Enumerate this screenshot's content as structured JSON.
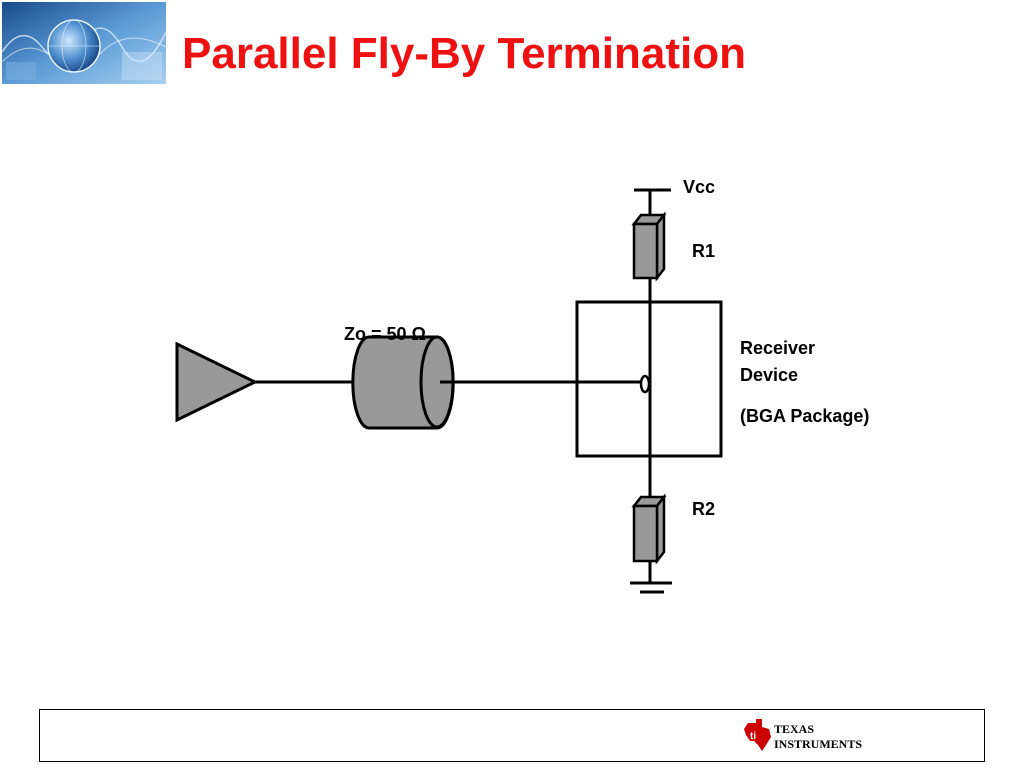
{
  "slide": {
    "title": "Parallel Fly-By Termination",
    "title_color": "#ee1111"
  },
  "diagram": {
    "line_label": "Zo = 50 Ω",
    "supply_label": "Vcc",
    "resistor_top_label": "R1",
    "resistor_bottom_label": "R2",
    "receiver_label_line1": "Receiver",
    "receiver_label_line2": "Device",
    "receiver_label_line3": "(BGA Package)",
    "component_fill": "#999999"
  },
  "footer": {
    "brand_line1": "Texas",
    "brand_line2": "Instruments",
    "brand_color": "#cc0000"
  }
}
